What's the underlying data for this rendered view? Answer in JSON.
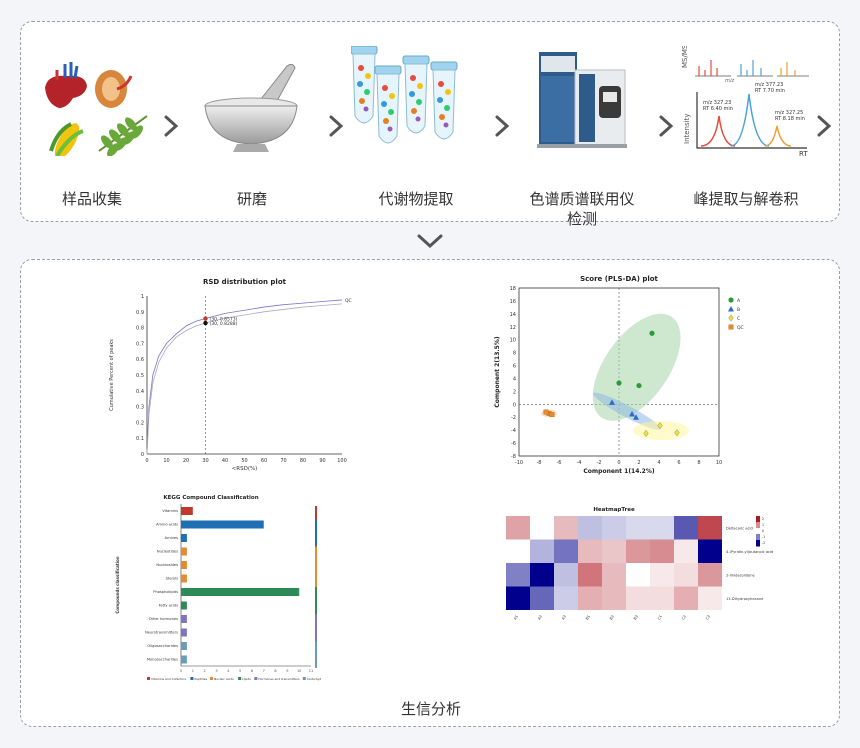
{
  "steps": [
    {
      "label": "样品收集",
      "icon": "organs-and-plants-icon"
    },
    {
      "label": "研磨",
      "icon": "mortar-pestle-icon"
    },
    {
      "label": "代谢物提取",
      "icon": "test-tubes-icon"
    },
    {
      "label": "色谱质谱联用仪\n检测",
      "icon": "lc-ms-instrument-icon"
    },
    {
      "label": "峰提取与解卷积",
      "icon": "chromatogram-icon"
    }
  ],
  "ms_icon_text": {
    "ms": "MS/MS",
    "intensity": "Intensity",
    "rt": "RT",
    "mz": "m/z",
    "peak1": "m/z 327.23",
    "peak1rt": "RT 6.40 min",
    "peak2": "m/z 377.23",
    "peak2rt": "RT 7.70 min",
    "peak3": "m/z 327.25",
    "peak3rt": "RT 8.18 min"
  },
  "bottom_title": "生信分析",
  "colors": {
    "panel_border": "#9aa0ad",
    "arrow": "#555555"
  },
  "chart_data": [
    {
      "type": "line",
      "title": "RSD distribution plot",
      "xlabel": "<RSD(%)",
      "ylabel": "Cumulative Percent of peaks",
      "xlim": [
        0,
        100
      ],
      "ylim": [
        0,
        1
      ],
      "xticks": [
        0,
        10,
        20,
        30,
        40,
        50,
        60,
        70,
        80,
        90,
        100
      ],
      "yticks": [
        0,
        0.1,
        0.2,
        0.3,
        0.4,
        0.5,
        0.6,
        0.7,
        0.8,
        0.9,
        1
      ],
      "series": [
        {
          "name": "QC",
          "x": [
            0,
            1,
            3,
            6,
            10,
            15,
            20,
            25,
            30,
            40,
            50,
            60,
            70,
            80,
            90,
            100
          ],
          "y": [
            0,
            0.3,
            0.5,
            0.62,
            0.7,
            0.76,
            0.81,
            0.84,
            0.8573,
            0.89,
            0.91,
            0.93,
            0.945,
            0.955,
            0.965,
            0.975
          ]
        },
        {
          "name": "",
          "x": [
            0,
            1,
            3,
            6,
            10,
            15,
            20,
            25,
            30,
            40,
            50,
            60,
            70,
            80,
            90,
            100
          ],
          "y": [
            0,
            0.25,
            0.45,
            0.58,
            0.67,
            0.74,
            0.78,
            0.81,
            0.8288,
            0.86,
            0.88,
            0.9,
            0.915,
            0.93,
            0.94,
            0.95
          ]
        }
      ],
      "annotations": [
        {
          "x": 30,
          "y": 0.8573,
          "label": "(30, 0.8573)",
          "color": "#c0392b"
        },
        {
          "x": 30,
          "y": 0.8288,
          "label": "(30, 0.8288)",
          "color": "#111111"
        }
      ]
    },
    {
      "type": "scatter",
      "title": "Score (PLS-DA) plot",
      "xlabel": "Component 1(14.2%)",
      "ylabel": "Component 2(13.5%)",
      "xlim": [
        -10,
        10
      ],
      "ylim": [
        -8,
        18
      ],
      "xticks": [
        -10,
        -8,
        -6,
        -4,
        -2,
        0,
        2,
        4,
        6,
        8,
        10
      ],
      "yticks": [
        -8,
        -6,
        -4,
        -2,
        0,
        2,
        4,
        6,
        8,
        10,
        12,
        14,
        16,
        18
      ],
      "series": [
        {
          "name": "A",
          "marker": "circle",
          "color": "#2e9b3a",
          "x": [
            3.3,
            0,
            2
          ],
          "y": [
            11,
            3.3,
            2.9
          ]
        },
        {
          "name": "B",
          "marker": "triangle",
          "color": "#2b6cc4",
          "x": [
            -0.7,
            1.3,
            1.7
          ],
          "y": [
            0.3,
            -1.5,
            -2
          ]
        },
        {
          "name": "C",
          "marker": "diamond",
          "color": "#f2e03a",
          "x": [
            2.7,
            4.1,
            5.8
          ],
          "y": [
            -4.5,
            -3.3,
            -4.4
          ]
        },
        {
          "name": "QC",
          "marker": "square",
          "color": "#e58a2e",
          "x": [
            -7,
            -6.7,
            -7.3
          ],
          "y": [
            -1.4,
            -1.6,
            -1.2
          ]
        }
      ]
    },
    {
      "type": "bar",
      "title": "KEGG Compound Classification",
      "xlabel": "",
      "ylabel": "Compounds classification",
      "xlim": [
        0,
        11
      ],
      "categories": [
        "Vitamins",
        "Amino acids",
        "Amines",
        "Nucleotides",
        "Nucleosides",
        "Sterols",
        "Phospholipids",
        "Fatty acids",
        "Other hormones",
        "Neurotransmitters",
        "Oligosaccharides",
        "Monosaccharides"
      ],
      "values": [
        1,
        7,
        0.5,
        0.5,
        0.5,
        0.5,
        10,
        0.5,
        0.5,
        0.5,
        0.5,
        0.5
      ],
      "bar_colors": [
        "#c0392b",
        "#1f6fb5",
        "#1f6fb5",
        "#e58a2e",
        "#e58a2e",
        "#e58a2e",
        "#2e8b57",
        "#2e8b57",
        "#8073c7",
        "#8073c7",
        "#6b9bb5",
        "#6b9bb5"
      ],
      "legend": [
        {
          "name": "Vitamins and Cofactors",
          "color": "#c0392b"
        },
        {
          "name": "Peptides",
          "color": "#1f6fb5"
        },
        {
          "name": "Nucleic acids",
          "color": "#e58a2e"
        },
        {
          "name": "Lipids",
          "color": "#2e8b57"
        },
        {
          "name": "Hormones and transmitters",
          "color": "#8073c7"
        },
        {
          "name": "Carbohydrates",
          "color": "#6b9bb5"
        }
      ]
    },
    {
      "type": "heatmap",
      "title": "HeatmapTree",
      "rows": [
        "Deltacaric acid",
        "4-(Pyridin-yl)butanoic acid",
        "2-Imidazolidone",
        "13-Dihydroxyhexane"
      ],
      "cols": [
        "A1",
        "A2",
        "A3",
        "B1",
        "B2",
        "B3",
        "C1",
        "C2",
        "C3"
      ],
      "values": [
        [
          0.8,
          0,
          0.6,
          -0.5,
          -0.4,
          -0.3,
          -0.3,
          -1.3,
          1.6
        ],
        [
          0,
          -0.6,
          -1.1,
          0.6,
          0.5,
          0.9,
          1,
          0.2,
          -2
        ],
        [
          -1,
          -2.2,
          -0.5,
          1.2,
          0.6,
          0,
          0.2,
          0.3,
          0.9
        ],
        [
          -2,
          -1.2,
          -0.4,
          0.7,
          0.6,
          0.3,
          0.3,
          0.7,
          0.2
        ]
      ],
      "colorbar_ticks": [
        "2",
        "1",
        "0",
        "-1",
        "-2"
      ]
    }
  ]
}
